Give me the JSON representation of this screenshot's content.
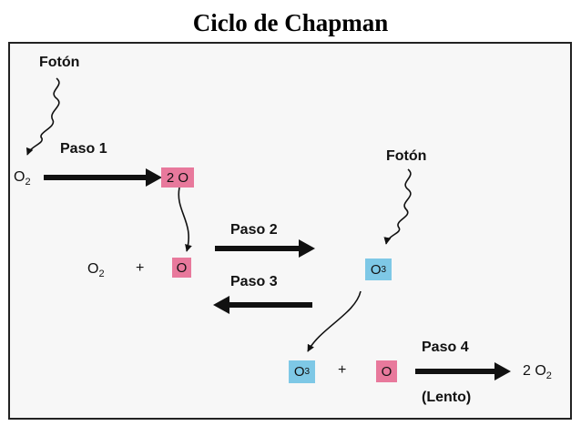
{
  "title": "Ciclo de Chapman",
  "labels": {
    "photon_1": "Fotón",
    "photon_2": "Fotón",
    "step1": "Paso 1",
    "step2": "Paso 2",
    "step3": "Paso 3",
    "step4": "Paso 4",
    "step4_note": "(Lento)"
  },
  "species": {
    "o2_start": {
      "main": "O",
      "sub": "2"
    },
    "two_o": "2 O",
    "o2_mid": {
      "main": "O",
      "sub": "2"
    },
    "plus_1": "+",
    "o_mid": "O",
    "o3_right": {
      "main": "O",
      "sub": "3"
    },
    "o3_bottom": {
      "main": "O",
      "sub": "3"
    },
    "plus_2": "+",
    "o_bottom": "O",
    "two_o2": {
      "main": "2 O",
      "sub": "2"
    }
  },
  "colors": {
    "oxygen_atom_box": "#e8799c",
    "ozone_box": "#7ec8e6",
    "arrow": "#111111"
  }
}
